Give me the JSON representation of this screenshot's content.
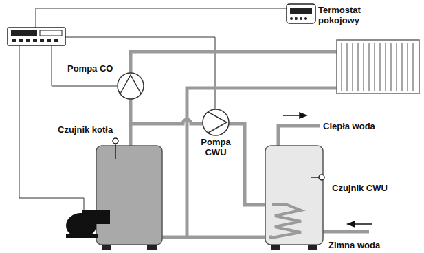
{
  "diagram": {
    "labels": [
      "Termostat pokojowy",
      "Pompa CO",
      "Czujnik kotła",
      "Pompa CWU",
      "Ciepła woda",
      "Czujnik CWU",
      "Zimna woda"
    ]
  }
}
